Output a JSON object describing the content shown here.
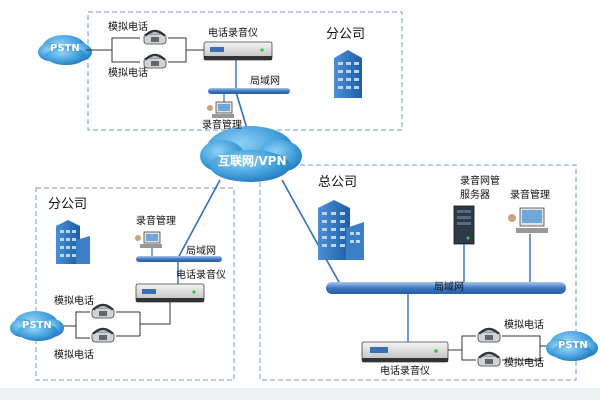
{
  "top_branch": {
    "title": "分公司",
    "recorder_label": "电话录音仪",
    "lan_label": "局域网",
    "mgmt_label": "录音管理",
    "pstn_label": "PSTN",
    "phone_labels": [
      "模拟电话",
      "模拟电话"
    ]
  },
  "internet": {
    "label": "互联网/VPN"
  },
  "left_branch": {
    "title": "分公司",
    "mgmt_label": "录音管理",
    "lan_label": "局域网",
    "recorder_label": "电话录音仪",
    "pstn_label": "PSTN",
    "phone_labels": [
      "模拟电话",
      "模拟电话"
    ]
  },
  "hq": {
    "title": "总公司",
    "server_label": "录音网管服务器",
    "server_label_lines": [
      "录音网管",
      "服务器"
    ],
    "mgmt_label": "录音管理",
    "lan_label": "局域网",
    "recorder_label": "电话录音仪",
    "pstn_label": "PSTN",
    "phone_labels": [
      "模拟电话",
      "模拟电话"
    ]
  },
  "colors": {
    "dash_border": "#8aaed0",
    "cloud": "#4aa3dc",
    "bus": "#3d78c4",
    "link": "#2f6fbf"
  }
}
